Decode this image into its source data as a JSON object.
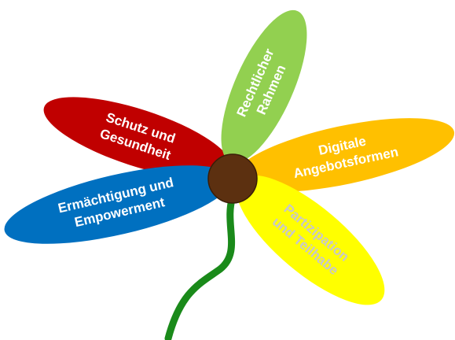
{
  "flower": {
    "petals": [
      {
        "id": "rechtlicher-rahmen",
        "lines": [
          "Rechtlicher",
          "Rahmen"
        ],
        "color": "#92d050",
        "text_color": "#ffffff"
      },
      {
        "id": "digitale-angebotsformen",
        "lines": [
          "Digitale",
          "Angebotsformen"
        ],
        "color": "#ffc000",
        "text_color": "#ffffff"
      },
      {
        "id": "partizipation-teilhabe",
        "lines": [
          "Partizipation",
          "und Teilhabe"
        ],
        "color": "#ffff00",
        "text_color": "#c8c8c8"
      },
      {
        "id": "ermaechtigung-empowerment",
        "lines": [
          "Ermächtigung und",
          "Empowerment"
        ],
        "color": "#0070c0",
        "text_color": "#ffffff"
      },
      {
        "id": "schutz-gesundheit",
        "lines": [
          "Schutz und",
          "Gesundheit"
        ],
        "color": "#c00000",
        "text_color": "#ffffff"
      }
    ],
    "center_color": "#5c3010",
    "stem_color": "#1a8a1a"
  }
}
